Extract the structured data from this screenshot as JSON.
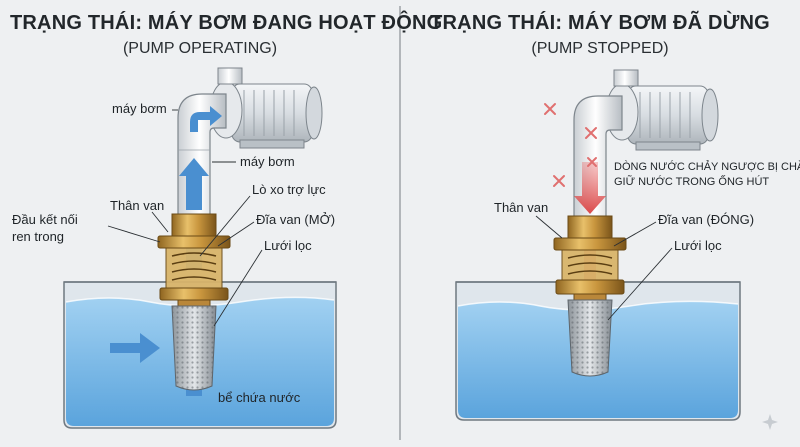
{
  "panels": {
    "left": {
      "title": "TRẠNG THÁI: MÁY BƠM ĐANG HOẠT ĐỘNG",
      "subtitle": "(PUMP OPERATING)",
      "labels": {
        "pump": "máy bơm",
        "pipe": "máy bơm",
        "spring": "Lò xo trợ lực",
        "valve_body": "Thân van",
        "disc": "Đĩa van (MỞ)",
        "thread_line1": "Đầu kết nối",
        "thread_line2": "ren trong",
        "strainer": "Lưới lọc",
        "tank": "bể chứa nước"
      }
    },
    "right": {
      "title": "TRẠNG THÁI: MÁY BƠM ĐÃ DỪNG",
      "subtitle": "(PUMP STOPPED)",
      "labels": {
        "backflow_line1": "DÒNG NƯỚC CHẢY NGƯỢC BỊ CHẶN LẠI",
        "backflow_line2": "GIỮ NƯỚC TRONG ỐNG HÚT",
        "valve_body": "Thân van",
        "disc": "Đĩa van (ĐÓNG)",
        "strainer": "Lưới lọc"
      }
    }
  },
  "colors": {
    "background": "#eef0f2",
    "water": "#6fb4e6",
    "flow_arrow": "#4a8fd0",
    "stop_arrow": "#e05050",
    "brass": "#c9963e",
    "divider": "#8a9096"
  },
  "icons": {
    "block_mark": "x-mark-icon"
  }
}
